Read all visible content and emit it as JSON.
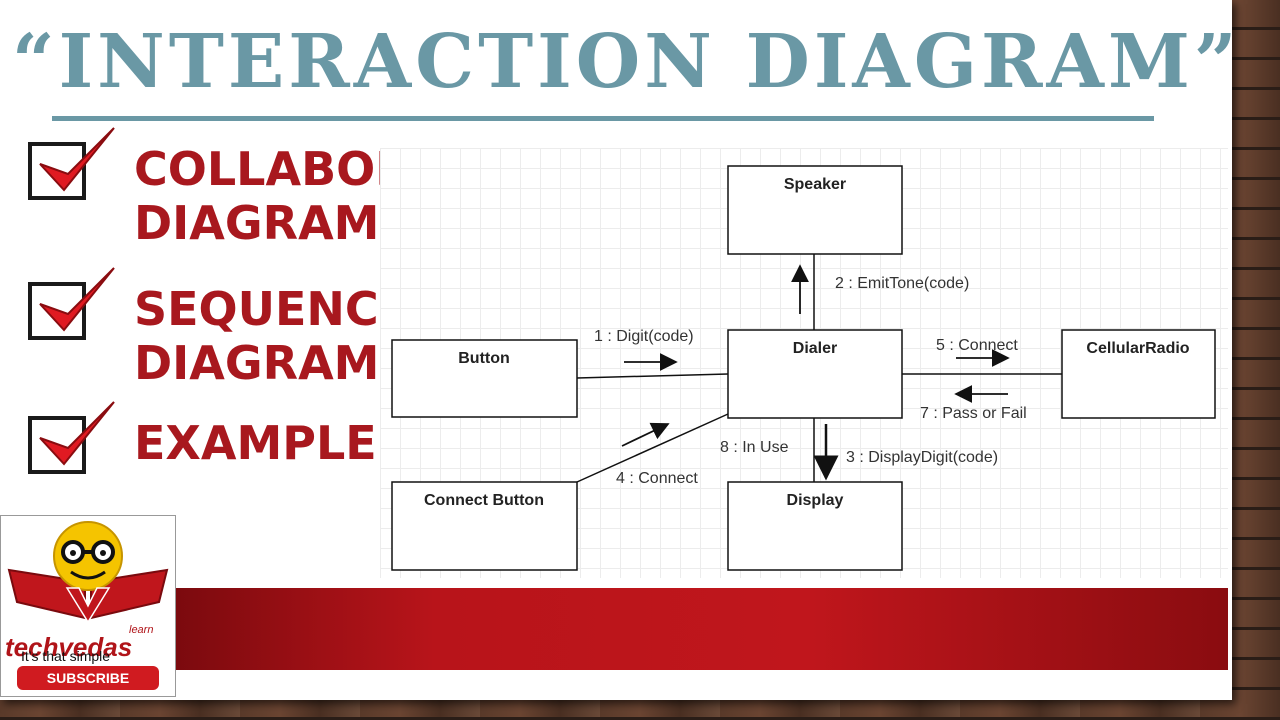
{
  "slide": {
    "title": "“INTERACTION DIAGRAM”",
    "checklist": [
      {
        "lines": [
          "COLLABORATION",
          "DIAGRAM"
        ]
      },
      {
        "lines": [
          "SEQUENCE",
          "DIAGRAM"
        ]
      },
      {
        "lines": [
          "EXAMPLES"
        ]
      }
    ]
  },
  "diagram": {
    "objects": {
      "speaker": "Speaker",
      "button": "Button",
      "dialer": "Dialer",
      "cellular_radio": "CellularRadio",
      "connect_button": "Connect Button",
      "display": "Display"
    },
    "messages": {
      "m1": "1 : Digit(code)",
      "m2": "2 : EmitTone(code)",
      "m3": "3 : DisplayDigit(code)",
      "m4": "4 : Connect",
      "m5": "5 : Connect",
      "m7": "7 : Pass or Fail",
      "m8": "8 : In Use"
    }
  },
  "logo": {
    "brand": "techvedas",
    "learn": "learn",
    "tagline": "It's that simple",
    "subscribe": "SUBSCRIBE"
  },
  "colors": {
    "title": "#6a98a5",
    "accent_red": "#a8181e",
    "band_red": "#c0161c"
  }
}
